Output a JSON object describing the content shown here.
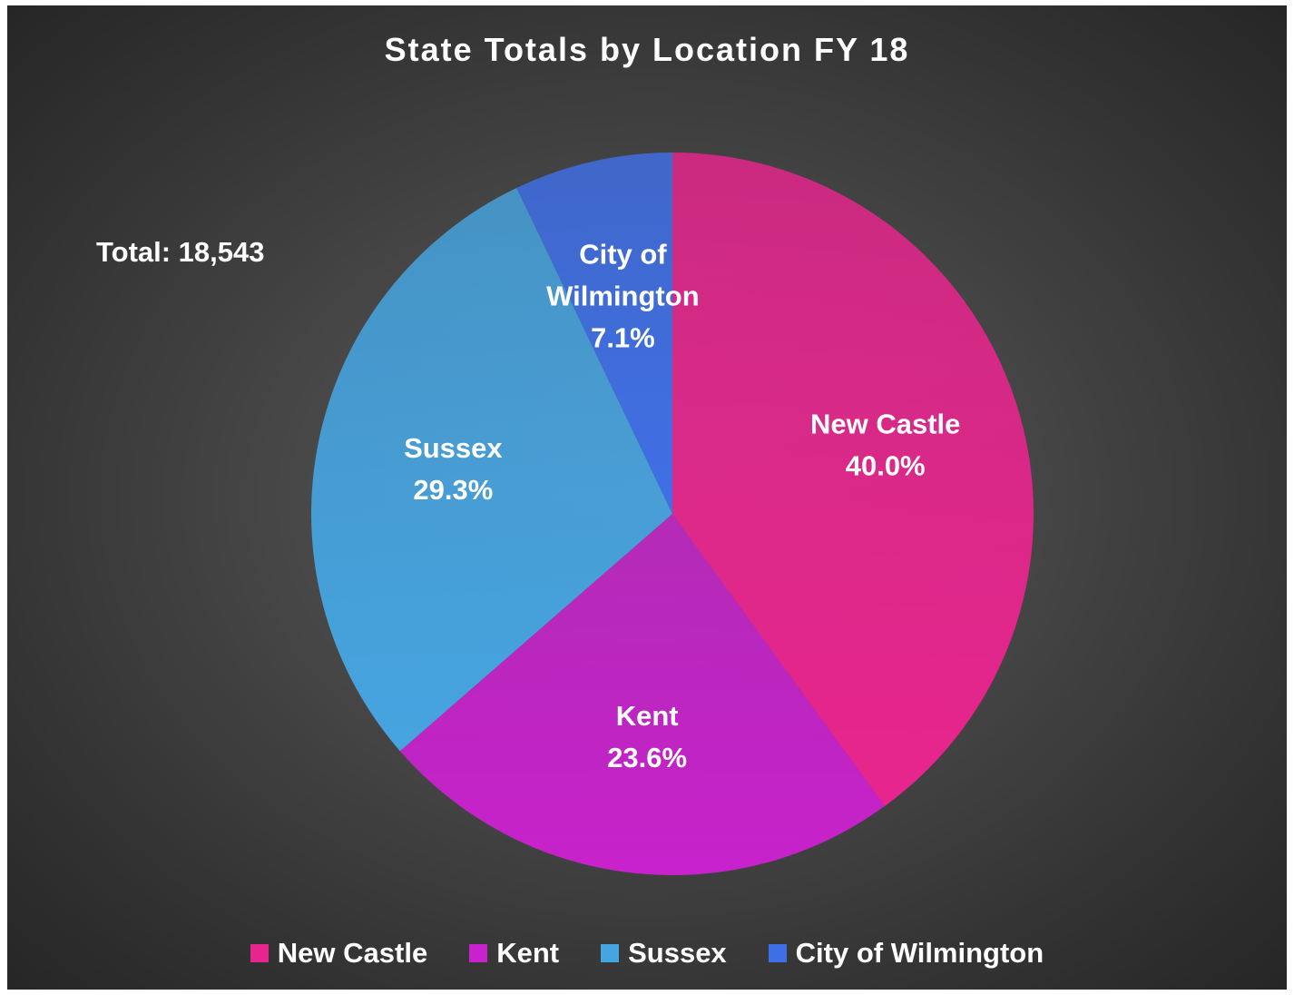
{
  "chart_data": {
    "type": "pie",
    "title": "State Totals by Location FY 18",
    "annotation": "Total: 18,543",
    "slices": [
      {
        "name": "New Castle",
        "value": 40.0,
        "display": "40.0%",
        "color": "#e8258e",
        "label_lines": [
          "New Castle",
          "40.0%"
        ]
      },
      {
        "name": "Kent",
        "value": 23.6,
        "display": "23.6%",
        "color": "#c822cc",
        "label_lines": [
          "Kent",
          "23.6%"
        ]
      },
      {
        "name": "Sussex",
        "value": 29.3,
        "display": "29.3%",
        "color": "#46a4e0",
        "label_lines": [
          "Sussex",
          "29.3%"
        ]
      },
      {
        "name": "City of Wilmington",
        "value": 7.1,
        "display": "7.1%",
        "color": "#3f6fe6",
        "label_lines": [
          "City of",
          "Wilmington",
          "7.1%"
        ]
      }
    ],
    "legend": {
      "position": "bottom",
      "entries": [
        "New Castle",
        "Kent",
        "Sussex",
        "City of Wilmington"
      ]
    }
  }
}
